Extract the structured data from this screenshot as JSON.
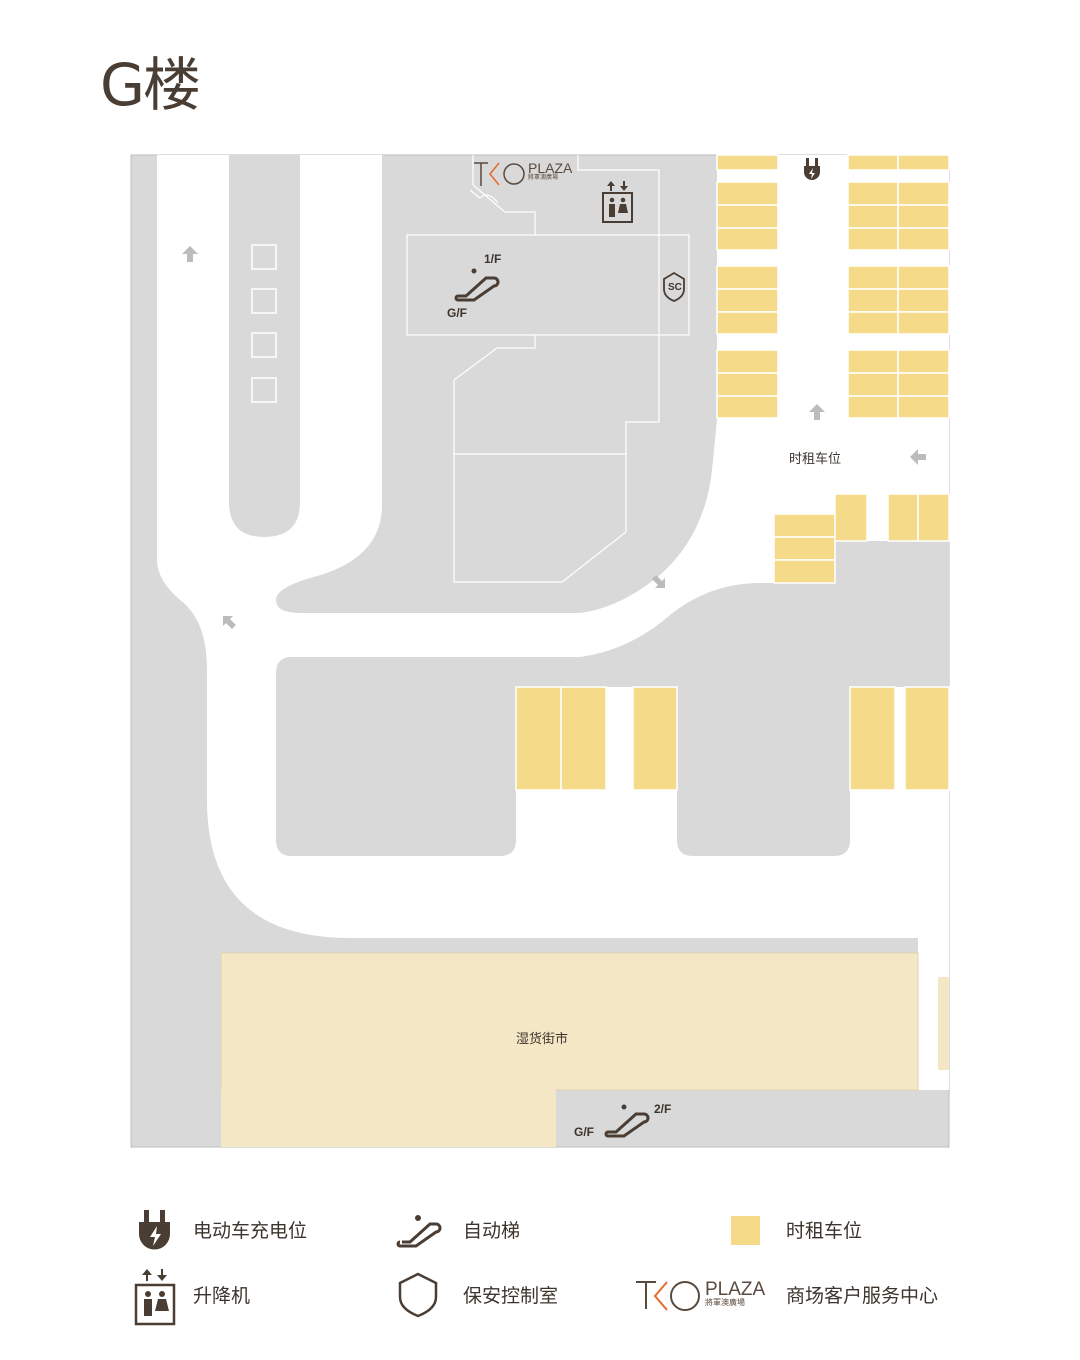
{
  "title": "G楼",
  "map": {
    "hourly_parking_label": "时租车位",
    "wet_market_label": "湿货街市",
    "escalator_top": {
      "from": "G/F",
      "to": "1/F"
    },
    "escalator_bottom": {
      "from": "G/F",
      "to": "2/F"
    },
    "logo": {
      "brand": "TKO",
      "plaza": "PLAZA",
      "chinese": "將軍澳廣場"
    },
    "sc_label": "SC"
  },
  "legend": [
    {
      "icon": "ev-charger-icon",
      "label": "电动车充电位"
    },
    {
      "icon": "escalator-icon",
      "label": "自动梯"
    },
    {
      "icon": "parking-stall-swatch",
      "label": "时租车位"
    },
    {
      "icon": "elevator-icon",
      "label": "升降机"
    },
    {
      "icon": "security-shield-icon",
      "label": "保安控制室"
    },
    {
      "icon": "tko-plaza-logo",
      "label": "商场客户服务中心"
    }
  ],
  "colors": {
    "gray": "#d9d9d9",
    "stall": "#f5da8a",
    "market": "#f4e7c6",
    "icon": "#4a3d33",
    "accent": "#e8692a"
  }
}
